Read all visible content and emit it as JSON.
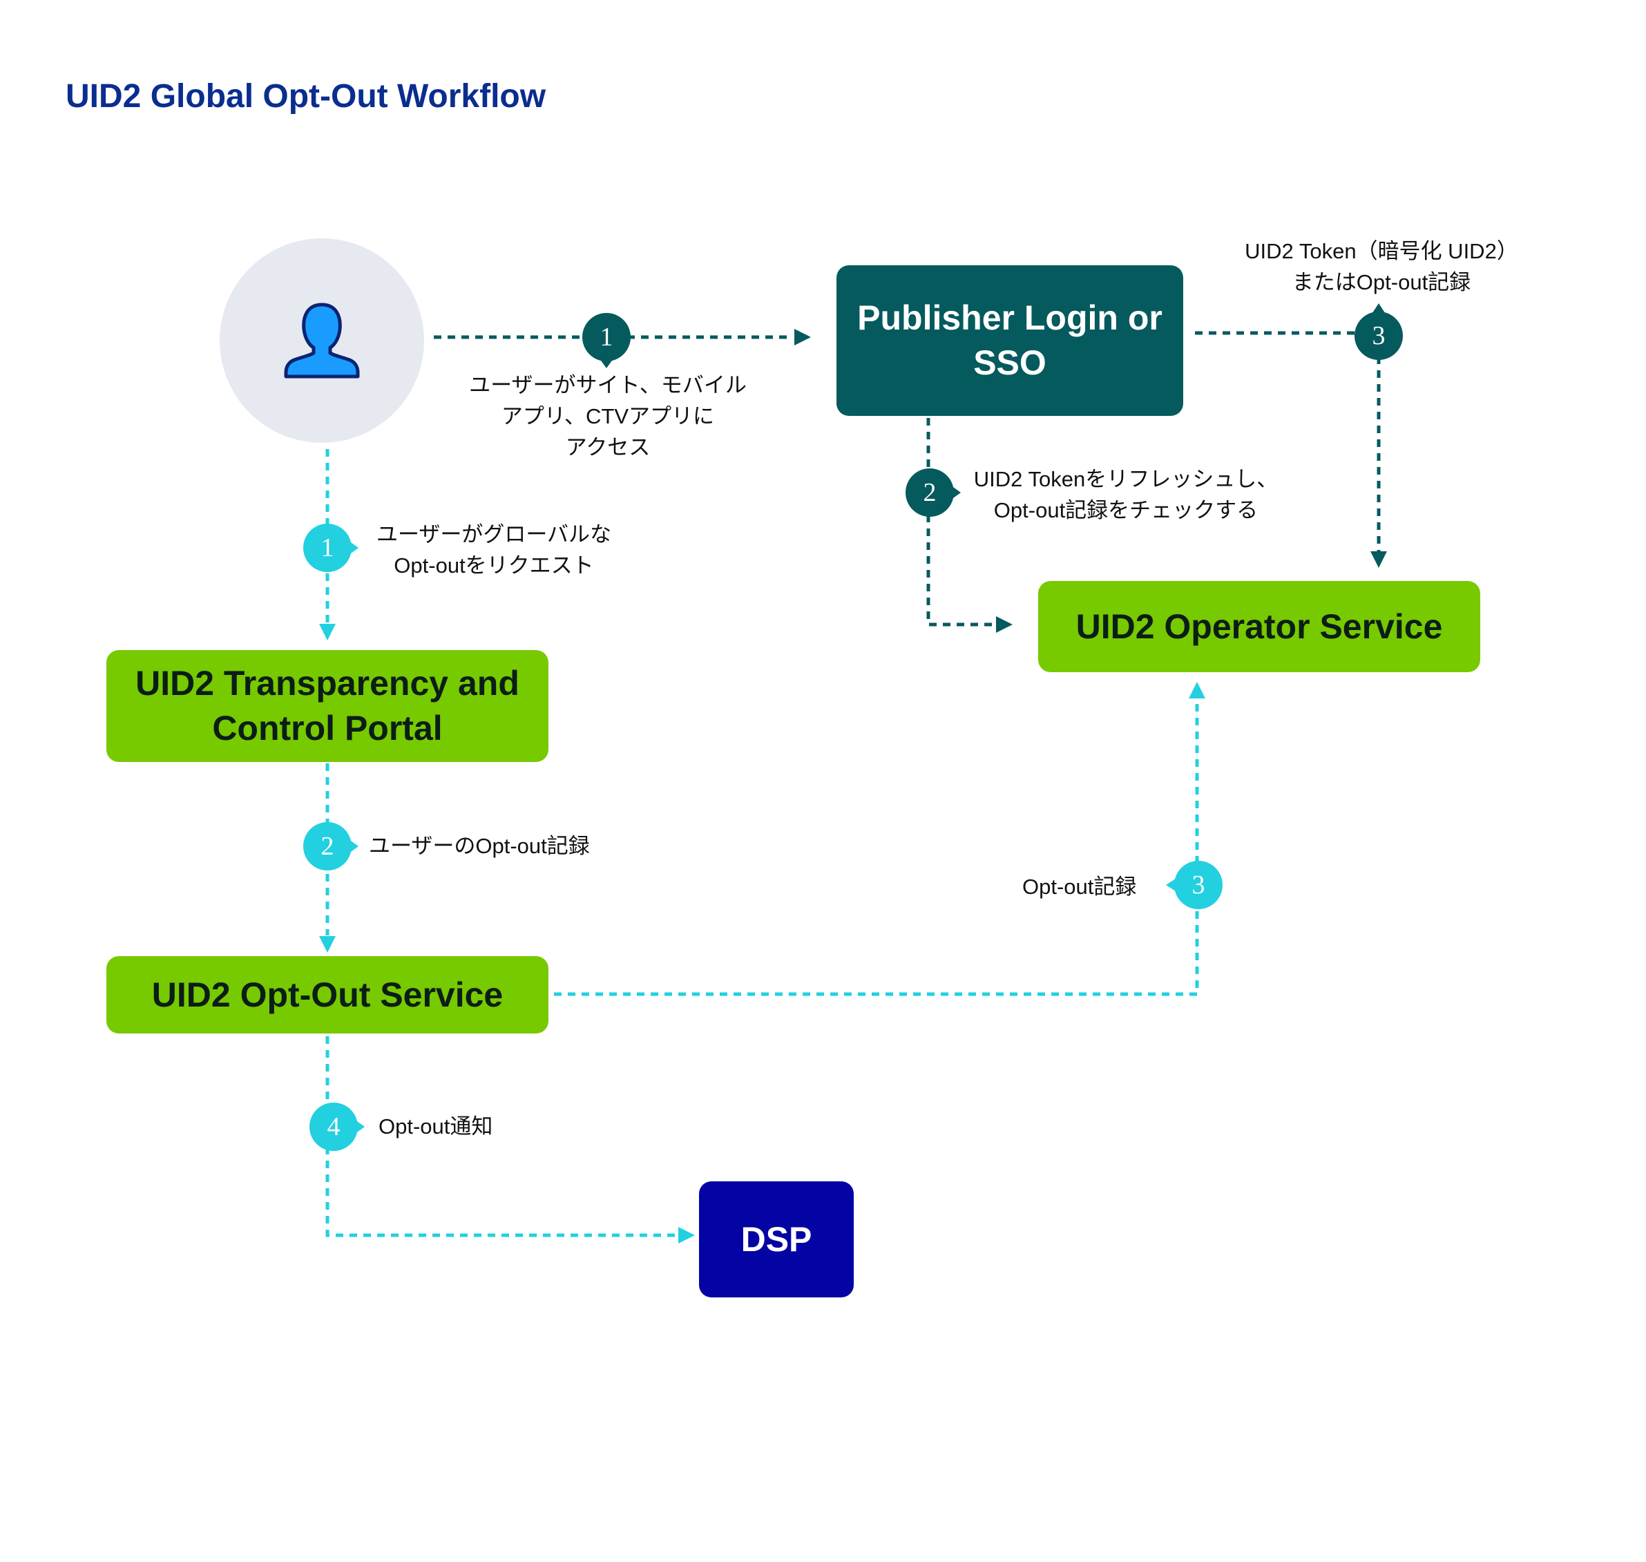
{
  "title": "UID2 Global Opt-Out Workflow",
  "nodes": {
    "user": {
      "icon": "user-icon"
    },
    "publisher": {
      "label_line1": "Publisher Login or",
      "label_line2": "SSO"
    },
    "portal": {
      "label_line1": "UID2 Transparency and",
      "label_line2": "Control Portal"
    },
    "operator": {
      "label": "UID2 Operator Service"
    },
    "optout_service": {
      "label": "UID2 Opt-Out Service"
    },
    "dsp": {
      "label": "DSP"
    }
  },
  "steps": {
    "publisher_1": {
      "number": "1",
      "line1": "ユーザーがサイト、モバイル",
      "line2": "アプリ、CTVアプリに",
      "line3": "アクセス"
    },
    "publisher_2": {
      "number": "2",
      "line1": "UID2 Tokenをリフレッシュし、",
      "line2": "Opt-out記録をチェックする"
    },
    "publisher_3": {
      "number": "3",
      "line1": "UID2 Token（暗号化 UID2）",
      "line2": "またはOpt-out記録"
    },
    "user_1": {
      "number": "1",
      "line1": "ユーザーがグローバルな",
      "line2": "Opt-outをリクエスト"
    },
    "user_2": {
      "number": "2",
      "line1": "ユーザーのOpt-out記録"
    },
    "user_3": {
      "number": "3",
      "line1": "Opt-out記録"
    },
    "user_4": {
      "number": "4",
      "line1": "Opt-out通知"
    }
  },
  "colors": {
    "title": "#0a2d8f",
    "green_box": "#77c900",
    "teal_box": "#055a5e",
    "navy_box": "#0404a4",
    "cyan_line": "#22d0e0",
    "teal_line": "#055a5e",
    "user_circle": "#e6e9f0",
    "user_icon": "#1a9cff"
  }
}
